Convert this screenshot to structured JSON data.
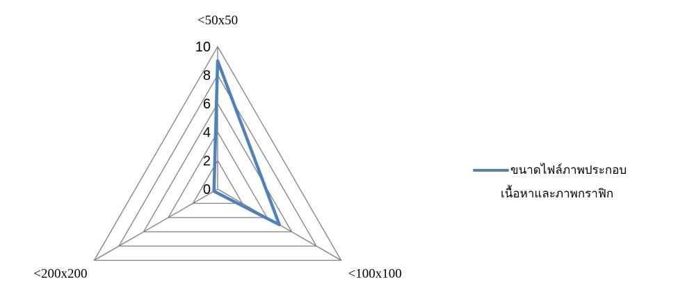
{
  "chart_data": {
    "type": "radar",
    "categories": [
      "<50x50",
      "<100x100",
      "<200x200"
    ],
    "series": [
      {
        "name": "ขนาดไฟล์ภาพประกอบเนื้อหาและภาพกราฟิก",
        "name_lines": [
          "ขนาดไฟล์ภาพประกอบ",
          "เนื้อหาและภาพกราฟิก"
        ],
        "values": [
          9,
          5,
          0.3
        ],
        "color": "#4f81bd"
      }
    ],
    "rticks": [
      "0",
      "2",
      "4",
      "6",
      "8",
      "10"
    ],
    "rlim": [
      0,
      10
    ],
    "grid": true,
    "gridColor": "#808080",
    "legend": "right"
  }
}
